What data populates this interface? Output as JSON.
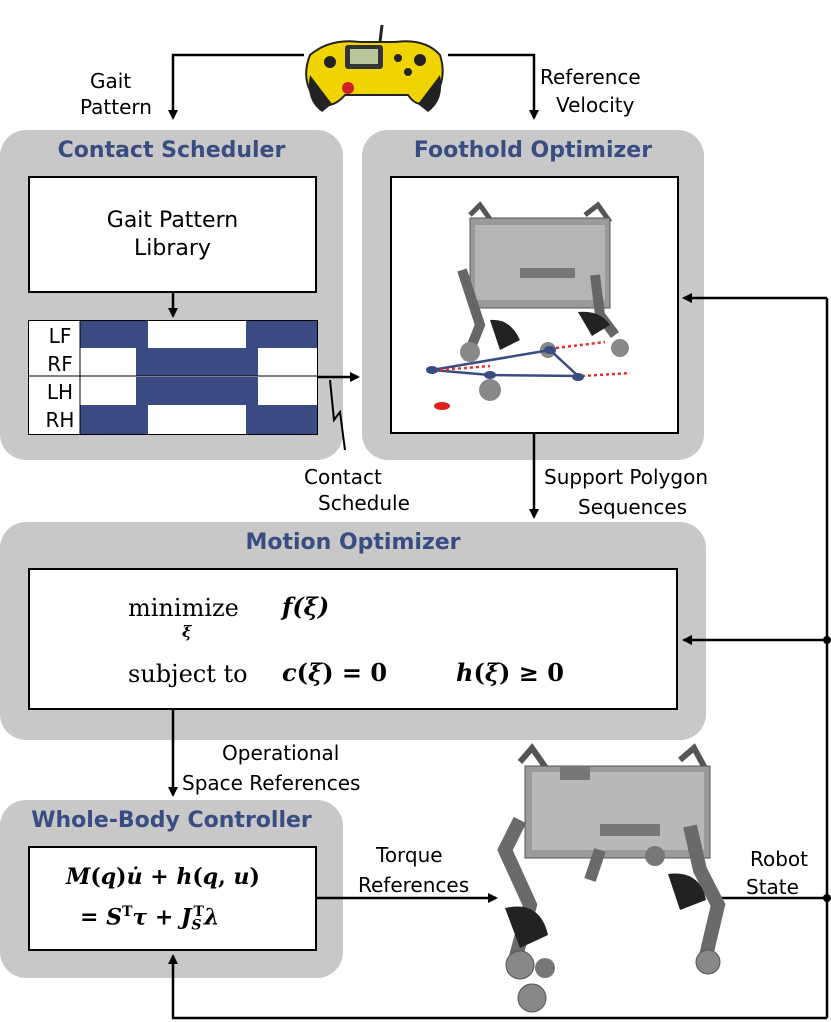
{
  "labels": {
    "gait_pattern": [
      "Gait",
      "Pattern"
    ],
    "reference_velocity": [
      "Reference",
      "Velocity"
    ],
    "contact_schedule": [
      "Contact",
      "Schedule"
    ],
    "support_polygon": [
      "Support Polygon",
      "Sequences"
    ],
    "operational_space": [
      "Operational",
      "Space References"
    ],
    "torque_references": [
      "Torque",
      "References"
    ],
    "robot_state": [
      "Robot",
      "State"
    ]
  },
  "panels": {
    "contact_scheduler": "Contact Scheduler",
    "foothold_optimizer": "Foothold Optimizer",
    "motion_optimizer": "Motion Optimizer",
    "whole_body_controller": "Whole-Body Controller"
  },
  "gait_library": [
    "Gait Pattern",
    "Library"
  ],
  "legs": [
    "LF",
    "RF",
    "LH",
    "RH"
  ],
  "motion_eq": {
    "minimize": "minimize",
    "subject_to": "subject to"
  }
}
